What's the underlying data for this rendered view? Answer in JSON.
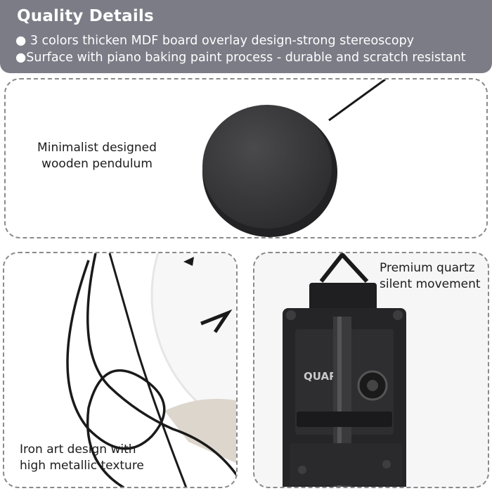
{
  "header": {
    "title": "Quality Details",
    "bullets": [
      "● 3 colors thicken MDF board overlay design-strong stereoscopy",
      "●Surface with piano baking paint process - durable and scratch resistant"
    ]
  },
  "panels": {
    "pendulum": {
      "caption_line1": "Minimalist designed",
      "caption_line2": "wooden pendulum"
    },
    "iron": {
      "caption_line1": "Iron art design with",
      "caption_line2": "high metallic texture"
    },
    "movement": {
      "caption_line1": "Premium quartz",
      "caption_line2": "silent movement",
      "label_quartz": "QUARTZ"
    }
  },
  "colors": {
    "header_bg": "#7b7c86",
    "pendulum_disc": "#3a3a3c",
    "movement_body": "#1f1f21"
  }
}
